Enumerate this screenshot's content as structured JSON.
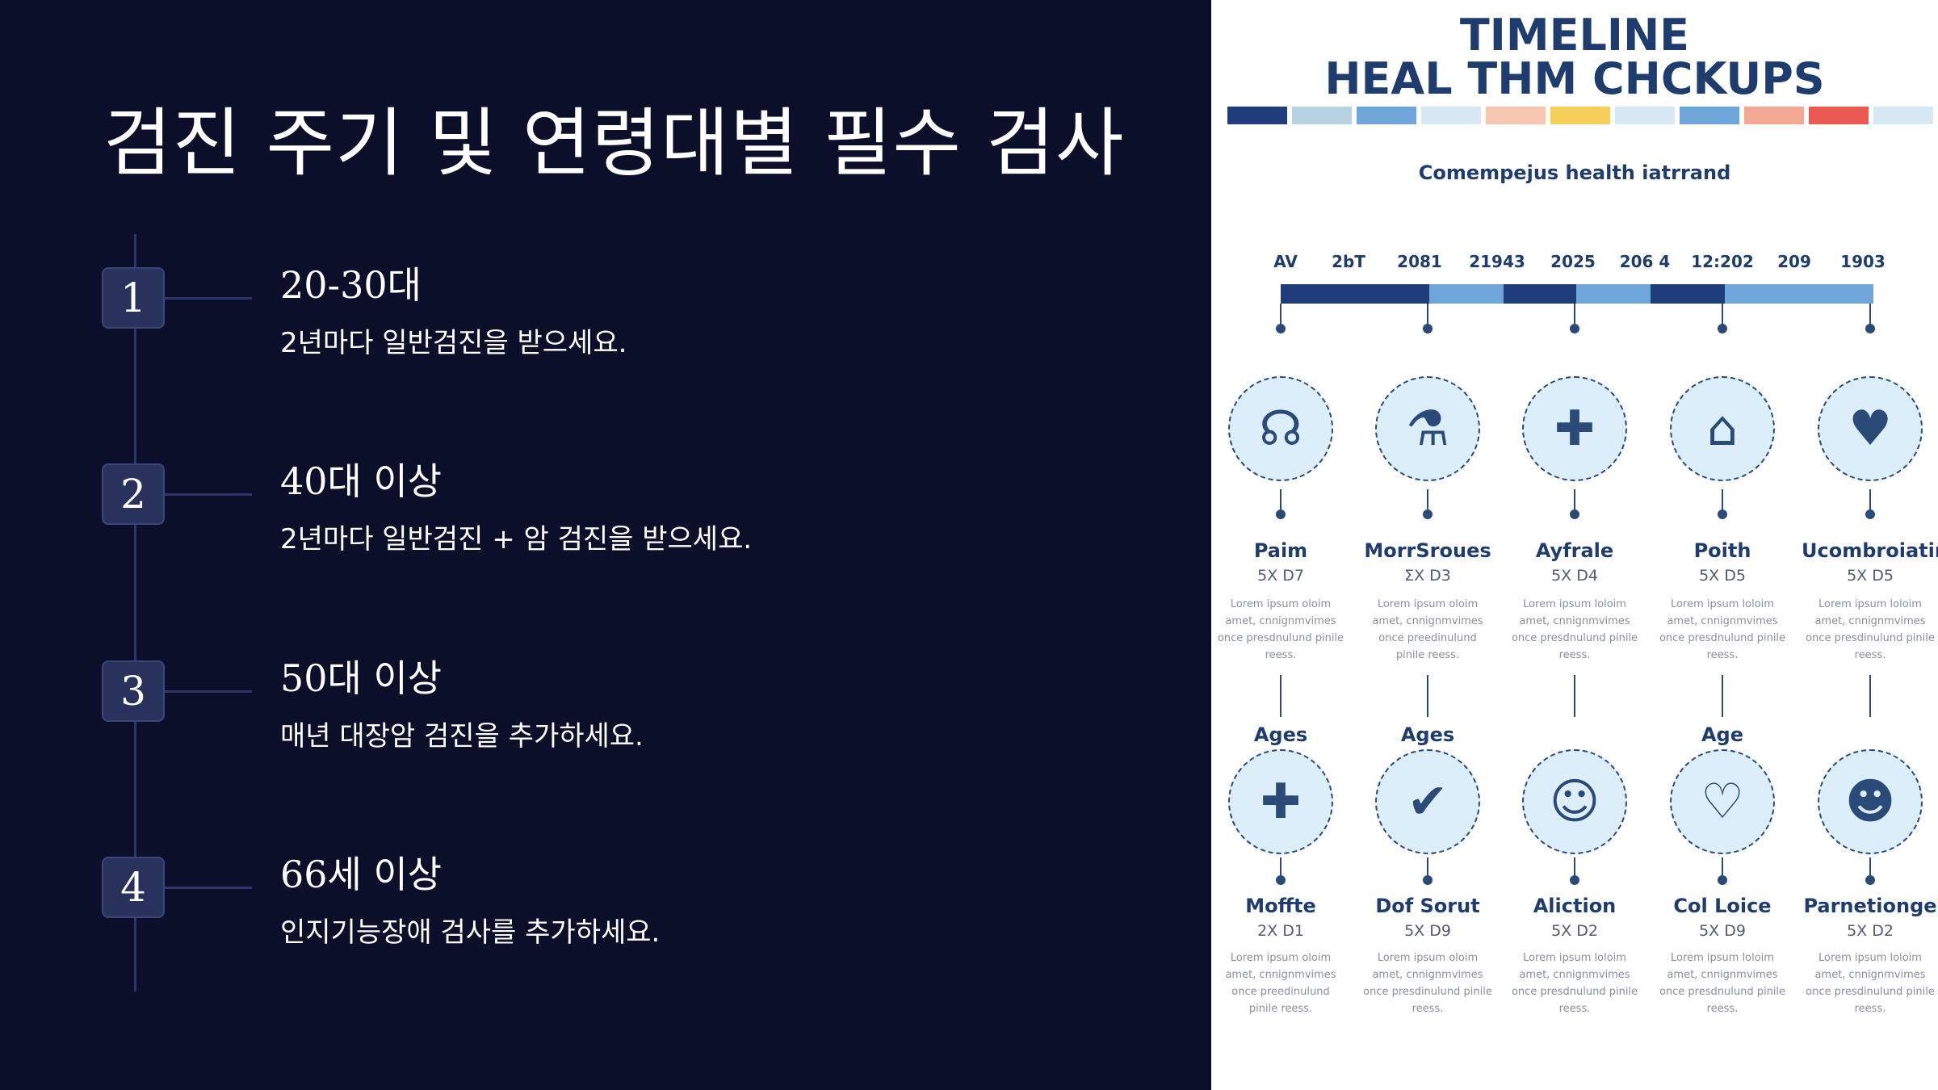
{
  "slide": {
    "title": "검진 주기 및 연령대별 필수 검사",
    "steps": [
      {
        "num": "1",
        "heading": "20-30대",
        "desc": "2년마다 일반검진을 받으세요."
      },
      {
        "num": "2",
        "heading": "40대 이상",
        "desc": "2년마다 일반검진 + 암 검진을 받으세요."
      },
      {
        "num": "3",
        "heading": "50대 이상",
        "desc": "매년 대장암 검진을 추가하세요."
      },
      {
        "num": "4",
        "heading": "66세 이상",
        "desc": "인지기능장애 검사를 추가하세요."
      }
    ]
  },
  "infographic": {
    "title_line1": "TIMELINE",
    "title_line2": "HEAL THM CHCKUPS",
    "subtitle": "Comempejus health iatrrand",
    "stripe_colors": [
      "#1f3d7a",
      "#b7d3e3",
      "#6fa6d9",
      "#d8e9f5",
      "#f6c6ae",
      "#f6cf5a",
      "#d8e9f5",
      "#6fa6d9",
      "#f3a893",
      "#ea5a52",
      "#d8e9f5"
    ],
    "timeline_labels": [
      "AV",
      "2bT",
      "2081",
      "21943",
      "2025",
      "206 4",
      "12:202",
      "209",
      "1903"
    ],
    "timeline_colors": {
      "dark": "#1f3d7a",
      "light": "#6fa6d9"
    },
    "top_items": [
      {
        "name": "Paim",
        "code": "5X D7",
        "icon": "stethoscope-icon",
        "glyph": "☊",
        "text": "Lorem ipsum oloim amet, cnnignmvimes once presdnulund pinile reess."
      },
      {
        "name": "MorrSroues",
        "code": "ΣX D3",
        "icon": "lab-kit-icon",
        "glyph": "⚗",
        "text": "Lorem ipsum oloim amet, cnnignmvimes once preedinulund pinile reess."
      },
      {
        "name": "Ayfrale",
        "code": "5X D4",
        "icon": "medical-chart-icon",
        "glyph": "✚",
        "text": "Lorem ipsum loloim amet, cnnignmvimes once presdnulund pinile reess."
      },
      {
        "name": "Poith",
        "code": "5X D5",
        "icon": "scanner-icon",
        "glyph": "⌂",
        "text": "Lorem ipsum loloim amet, cnnignmvimes once presdnulund pinile reess."
      },
      {
        "name": "Ucombroiating",
        "code": "5X D5",
        "icon": "report-heart-icon",
        "glyph": "♥",
        "text": "Lorem ipsum loloim amet, cnnignmvimes once presdinulund pinile reess."
      }
    ],
    "bottom_items": [
      {
        "age": "Ages",
        "name": "Moffte",
        "code": "2X D1",
        "icon": "patient-cross-icon",
        "glyph": "✚",
        "text": "Lorem ipsum oloim amet, cnnignmvimes once preedinulund pinile reess."
      },
      {
        "age": "Ages",
        "name": "Dof Sorut",
        "code": "5X D9",
        "icon": "checklist-clock-icon",
        "glyph": "✔",
        "text": "Lorem ipsum oloim amet, cnnignmvimes once presdinulund pinile reess."
      },
      {
        "age": "",
        "name": "Aliction",
        "code": "5X D2",
        "icon": "doctor-icon",
        "glyph": "☺",
        "text": "Lorem ipsum loloim amet, cnnignmvimes once presdnulund pinile reess."
      },
      {
        "age": "Age",
        "name": "Col Loice",
        "code": "5X D9",
        "icon": "ecg-monitor-icon",
        "glyph": "♡",
        "text": "Lorem ipsum loloim amet, cnnignmvimes once presdnulund pinile reess."
      },
      {
        "age": "",
        "name": "Parnetionge",
        "code": "5X D2",
        "icon": "consultation-icon",
        "glyph": "☻",
        "text": "Lorem ipsum loloim amet, cnnignmvimes once presdinulund pinile reess."
      }
    ]
  }
}
